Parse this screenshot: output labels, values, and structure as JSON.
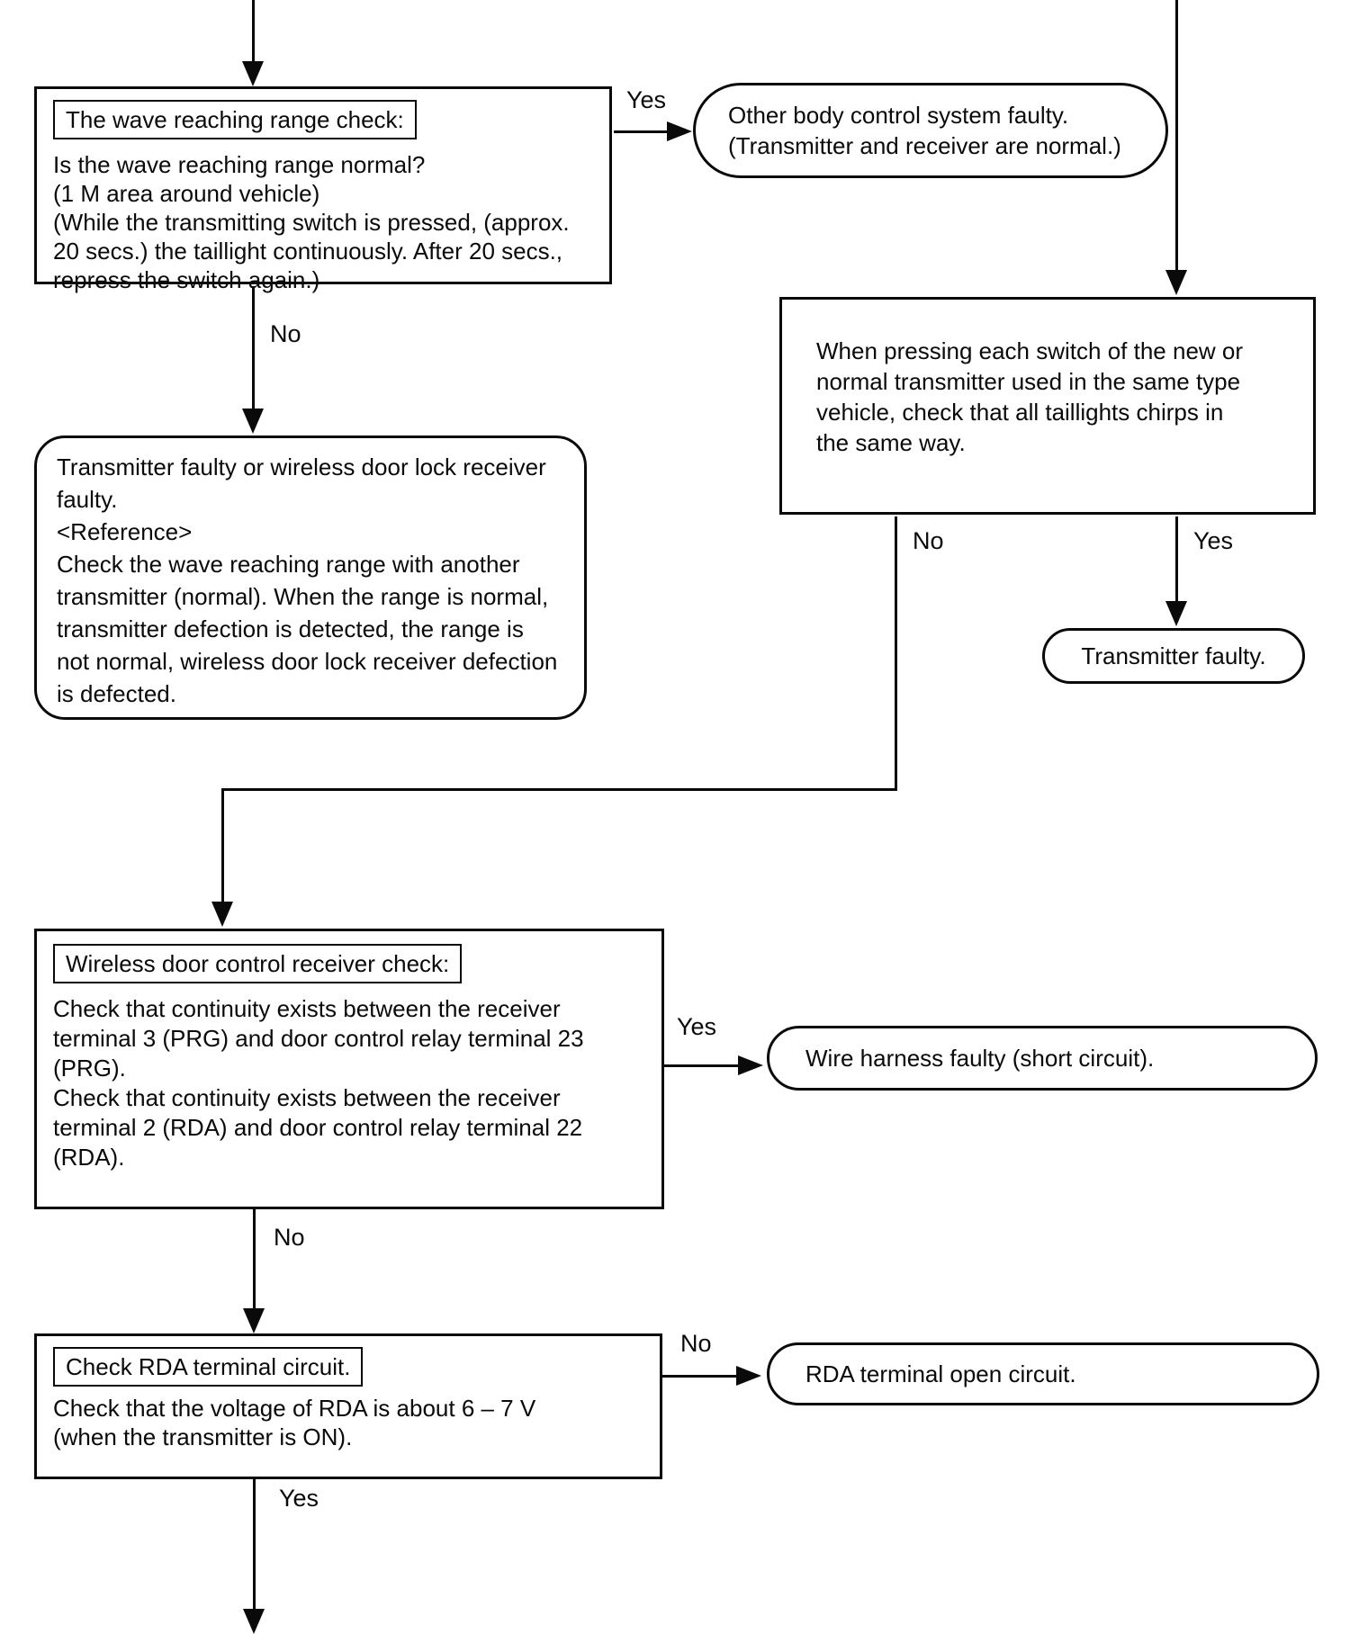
{
  "diagram": {
    "edge_labels": {
      "wave_yes": "Yes",
      "wave_no": "No",
      "same_no": "No",
      "same_yes": "Yes",
      "receiver_yes": "Yes",
      "receiver_no": "No",
      "rda_no": "No",
      "rda_yes": "Yes"
    },
    "wave_check": {
      "title": "The wave reaching range check:",
      "lines": [
        "Is the wave reaching range normal?",
        "(1 M area around vehicle)",
        "(While the transmitting switch is pressed, (approx.",
        "20 secs.) the taillight continuously. After 20 secs.,",
        "repress the switch again.)"
      ]
    },
    "other_body_faulty": {
      "lines": [
        "Other body control system faulty.",
        "(Transmitter and receiver are normal.)"
      ]
    },
    "same_type_check": {
      "lines": [
        "When pressing each switch of the new or",
        "normal transmitter used in the same type",
        "vehicle, check that all taillights chirps in",
        "the same way."
      ]
    },
    "transmitter_faulty": {
      "text": "Transmitter faulty."
    },
    "transmitter_or_receiver_faulty": {
      "lines": [
        "Transmitter faulty or wireless door lock receiver",
        "faulty.",
        "<Reference>",
        "Check the wave reaching range with another",
        "transmitter (normal). When the range is normal,",
        "transmitter defection is detected, the range is",
        "not normal, wireless door lock receiver defection",
        "is defected."
      ]
    },
    "receiver_check": {
      "title": "Wireless door control receiver check:",
      "lines": [
        "Check that continuity exists between the receiver",
        "terminal 3 (PRG) and door control relay terminal 23",
        "(PRG).",
        "Check that continuity exists between the receiver",
        "terminal 2 (RDA) and door control relay terminal 22",
        "(RDA)."
      ]
    },
    "wire_harness_faulty": {
      "text": "Wire harness faulty (short circuit)."
    },
    "rda_check": {
      "title": "Check RDA terminal circuit.",
      "lines": [
        "Check that the voltage of RDA is about 6 – 7 V",
        "(when the transmitter is ON)."
      ]
    },
    "rda_open": {
      "text": "RDA terminal open circuit."
    }
  },
  "colors": {
    "ink": "#0a0a0a",
    "paper": "#ffffff"
  }
}
